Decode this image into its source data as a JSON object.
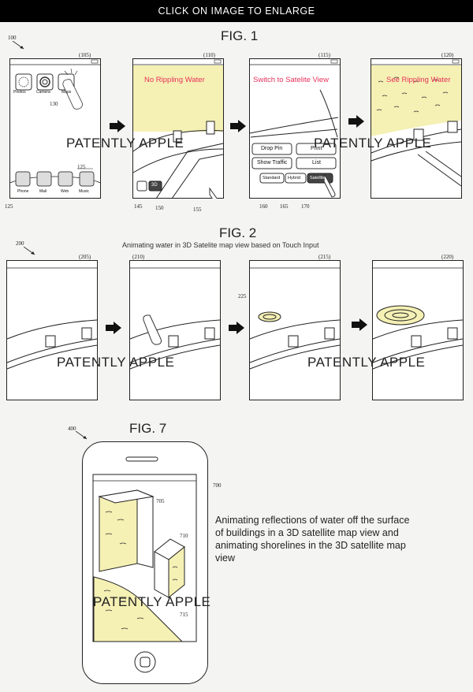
{
  "header": {
    "banner": "CLICK ON IMAGE TO ENLARGE"
  },
  "fig1": {
    "title": "FIG. 1",
    "refs": {
      "main": "100",
      "p105": "(105)",
      "p110": "(110)",
      "p115": "(115)",
      "p120": "(120)",
      "r130": "130",
      "r125": "125",
      "r_sub": "125",
      "r145": "145",
      "r150": "150",
      "r155": "155",
      "r160": "160",
      "r165": "165",
      "r170": "170"
    },
    "apps": [
      "Photos",
      "Camera",
      "Maps"
    ],
    "dock": [
      "Phone",
      "Mail",
      "Web",
      "Music"
    ],
    "screen2_text": "No Rippling Water",
    "screen3_text": "Switch to Satelite View",
    "screen4_text": "See Rippling Water",
    "btn_3d": "3D",
    "menu": {
      "drop_pin": "Drop Pin",
      "print": "Print",
      "show_traffic": "Show Traffic",
      "list": "List"
    },
    "segments": [
      "Standard",
      "Hybrid",
      "Satellite"
    ]
  },
  "fig2": {
    "title": "FIG. 2",
    "caption": "Animating water in 3D Satelite map view based on Touch Input",
    "refs": {
      "main": "200",
      "p205": "(205)",
      "p210": "(210)",
      "p215": "(215)",
      "p220": "(220)",
      "r225": "225"
    }
  },
  "fig7": {
    "title": "FIG. 7",
    "refs": {
      "main": "400",
      "r700": "700",
      "r705": "705",
      "r710": "710",
      "r715": "715"
    },
    "description": "Animating reflections of water off the surface of buildings in a 3D satellite map view and animating shorelines in the 3D satellite map view"
  },
  "watermark": "PATENTLY APPLE",
  "colors": {
    "water": "#f5f0b4",
    "highlight_text": "#e6325a",
    "banner_bg": "#000000"
  }
}
